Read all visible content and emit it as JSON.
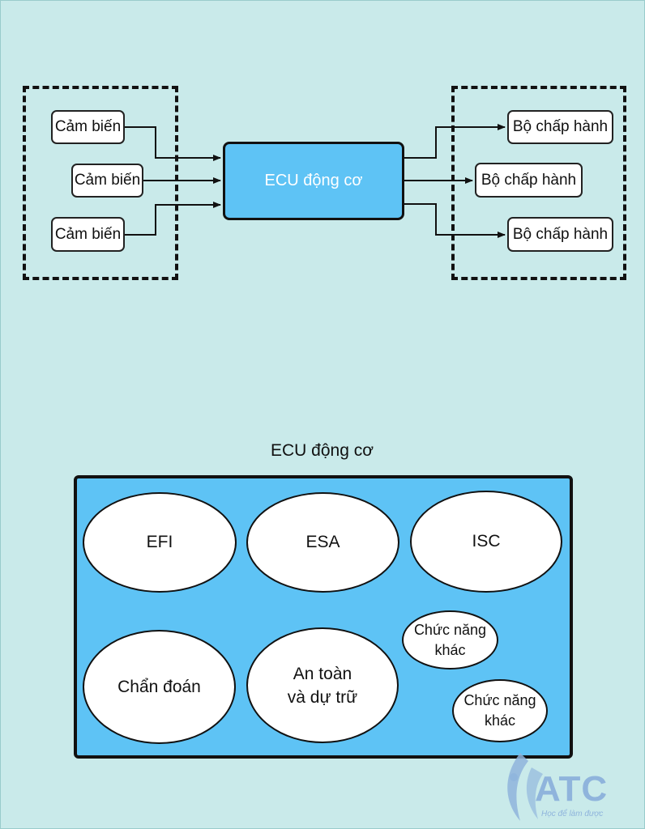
{
  "flow": {
    "ecu_label": "ECU động cơ",
    "sensors": [
      "Cảm biến",
      "Cảm biến",
      "Cảm biến"
    ],
    "actuators": [
      "Bộ chấp hành",
      "Bộ chấp hành",
      "Bộ chấp hành"
    ]
  },
  "modules": {
    "title": "ECU động cơ",
    "efi": "EFI",
    "esa": "ESA",
    "isc": "ISC",
    "diagnosis": "Chẩn đoán",
    "safety_line1": "An toàn",
    "safety_line2": "và dự trữ",
    "other1_line1": "Chức năng",
    "other1_line2": "khác",
    "other2_line1": "Chức năng",
    "other2_line2": "khác"
  },
  "logo": {
    "name": "ATC",
    "tagline": "Học để làm được"
  },
  "colors": {
    "background": "#c9eaea",
    "ecu_fill": "#5ec3f5",
    "logo": "#8fb4dc"
  }
}
